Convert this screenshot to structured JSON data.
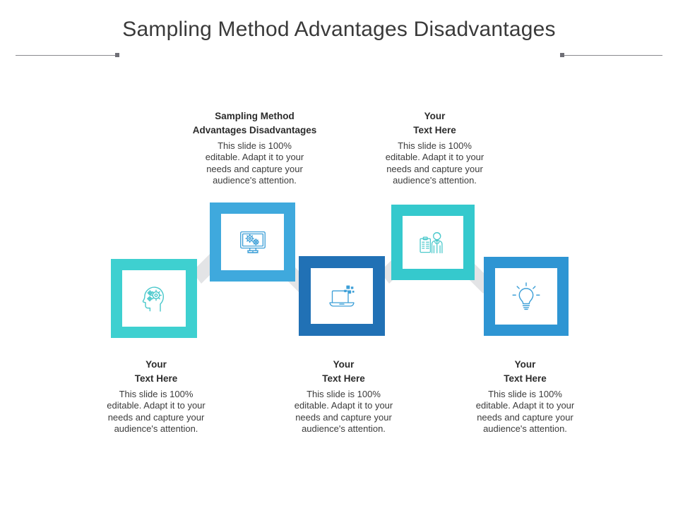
{
  "slide": {
    "title": "Sampling Method Advantages Disadvantages",
    "background_color": "#ffffff",
    "title_color": "#3a3a3a",
    "rule_color": "#8a8a8f"
  },
  "palette": {
    "teal": "#3ED0D0",
    "teal_dark": "#35C9CD",
    "blue_light": "#3FA9DD",
    "blue_mid": "#2E95D3",
    "blue_dark": "#2171B5",
    "ribbon_gray": "#E3E4E6",
    "icon_teal": "#4CC9CC",
    "icon_blue": "#3FA0D8"
  },
  "text_blocks": {
    "top_1": {
      "heading_line_1": "Sampling Method",
      "heading_line_2": "Advantages Disadvantages",
      "body_line_1": "This slide is 100%",
      "body_line_2": "editable. Adapt it to your",
      "body_line_3": "needs and capture your",
      "body_line_4": "audience's attention."
    },
    "top_2": {
      "heading_line_1": "Your",
      "heading_line_2": "Text Here",
      "body_line_1": "This slide is 100%",
      "body_line_2": "editable. Adapt it to your",
      "body_line_3": "needs and capture your",
      "body_line_4": "audience's attention."
    },
    "bottom_1": {
      "heading_line_1": "Your",
      "heading_line_2": "Text Here",
      "body_line_1": "This slide is 100%",
      "body_line_2": "editable. Adapt it to your",
      "body_line_3": "needs and capture your",
      "body_line_4": "audience's attention."
    },
    "bottom_2": {
      "heading_line_1": "Your",
      "heading_line_2": "Text Here",
      "body_line_1": "This slide is 100%",
      "body_line_2": "editable. Adapt it to your",
      "body_line_3": "needs and capture your",
      "body_line_4": "audience's attention."
    },
    "bottom_3": {
      "heading_line_1": "Your",
      "heading_line_2": "Text Here",
      "body_line_1": "This slide is 100%",
      "body_line_2": "editable. Adapt it to your",
      "body_line_3": "needs and capture your",
      "body_line_4": "audience's attention."
    }
  },
  "steps": [
    {
      "index": 1,
      "icon": "head-with-gears-icon",
      "frame_color": "#3ED0D0",
      "icon_color": "#4CC9CC",
      "position": "low"
    },
    {
      "index": 2,
      "icon": "monitor-with-gears-icon",
      "frame_color": "#3FA9DD",
      "icon_color": "#3FA0D8",
      "position": "high"
    },
    {
      "index": 3,
      "icon": "laptop-with-data-blocks-icon",
      "frame_color": "#2171B5",
      "icon_color": "#3FA0D8",
      "position": "low"
    },
    {
      "index": 4,
      "icon": "person-with-clipboard-icon",
      "frame_color": "#35C9CD",
      "icon_color": "#4CC9CC",
      "position": "high"
    },
    {
      "index": 5,
      "icon": "lightbulb-icon",
      "frame_color": "#2E95D3",
      "icon_color": "#3FA0D8",
      "position": "low"
    }
  ]
}
